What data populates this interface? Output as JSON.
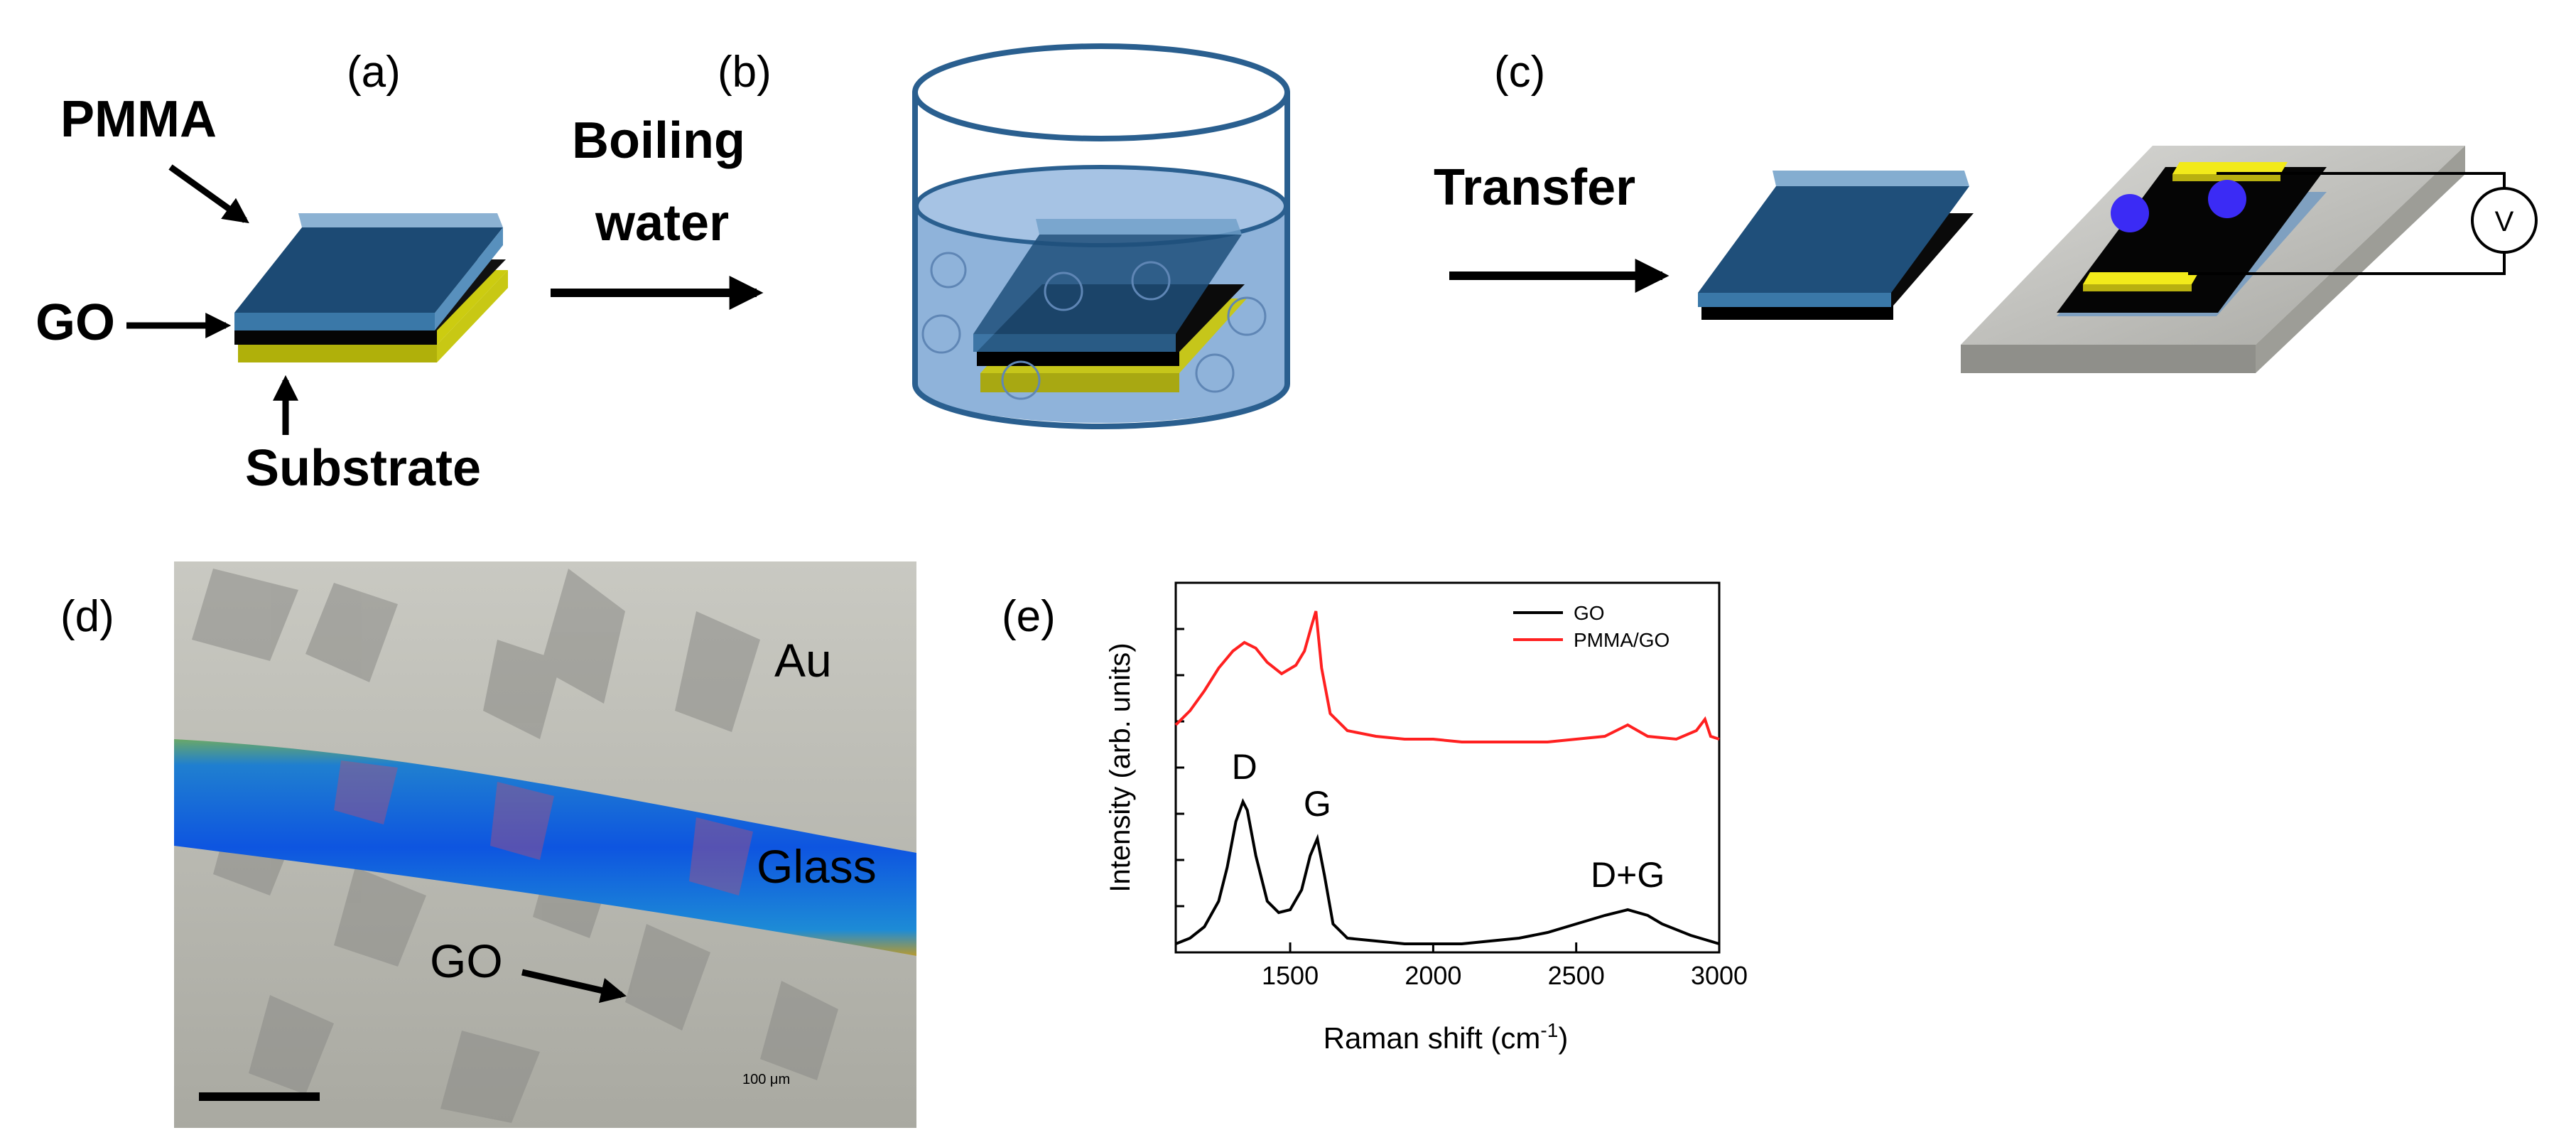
{
  "panels": {
    "a": {
      "label": "(a)",
      "pmma": "PMMA",
      "go": "GO",
      "substrate": "Substrate"
    },
    "b": {
      "label": "(b)",
      "boiling": "Boiling",
      "water": "water"
    },
    "c": {
      "label": "(c)",
      "transfer": "Transfer",
      "voltmeter": "V"
    },
    "d": {
      "label": "(d)",
      "au": "Au",
      "glass": "Glass",
      "go": "GO",
      "scale": "100 μm"
    },
    "e": {
      "label": "(e)"
    }
  },
  "colors": {
    "pmma": "#1f4f7a",
    "substrate": "#d8d81a",
    "water": "#8fb3da",
    "beaker": "#2a5f8f",
    "electrode": "#f2ea1a",
    "dot": "#3b2bf5",
    "glass_band": "#1b7be0",
    "go_line": "#000000",
    "pmma_go_line": "#ff2020"
  },
  "chart_data": {
    "type": "line",
    "xlabel": "Raman shift (cm",
    "xlabel_sup": "-1",
    "xlabel_end": ")",
    "ylabel": "Intensity (arb. units)",
    "xlim": [
      1100,
      3000
    ],
    "ylim": [
      0,
      1.3
    ],
    "x_ticks": [
      1500,
      2000,
      2500,
      3000
    ],
    "legend_position": "top-right",
    "annotations": [
      {
        "text": "D",
        "x": 1340,
        "y": 0.61
      },
      {
        "text": "G",
        "x": 1595,
        "y": 0.48
      },
      {
        "text": "D+G",
        "x": 2680,
        "y": 0.23
      }
    ],
    "series": [
      {
        "name": "GO",
        "color": "#000000",
        "x": [
          1100,
          1150,
          1200,
          1250,
          1280,
          1310,
          1335,
          1350,
          1380,
          1420,
          1460,
          1500,
          1540,
          1570,
          1595,
          1620,
          1650,
          1700,
          1800,
          1900,
          2000,
          2100,
          2200,
          2300,
          2400,
          2500,
          2600,
          2680,
          2750,
          2800,
          2900,
          3000
        ],
        "values": [
          0.03,
          0.05,
          0.09,
          0.18,
          0.3,
          0.46,
          0.53,
          0.5,
          0.34,
          0.18,
          0.14,
          0.15,
          0.22,
          0.34,
          0.4,
          0.27,
          0.1,
          0.05,
          0.04,
          0.03,
          0.03,
          0.03,
          0.04,
          0.05,
          0.07,
          0.1,
          0.13,
          0.15,
          0.13,
          0.1,
          0.06,
          0.03
        ]
      },
      {
        "name": "PMMA/GO",
        "color": "#ff2020",
        "x": [
          1100,
          1150,
          1200,
          1250,
          1300,
          1340,
          1380,
          1420,
          1470,
          1520,
          1550,
          1575,
          1590,
          1610,
          1640,
          1700,
          1800,
          1900,
          2000,
          2100,
          2200,
          2300,
          2400,
          2500,
          2600,
          2680,
          2750,
          2850,
          2920,
          2950,
          2970,
          3000
        ],
        "values": [
          0.8,
          0.85,
          0.92,
          1.0,
          1.06,
          1.09,
          1.07,
          1.02,
          0.98,
          1.01,
          1.06,
          1.15,
          1.2,
          1.0,
          0.84,
          0.78,
          0.76,
          0.75,
          0.75,
          0.74,
          0.74,
          0.74,
          0.74,
          0.75,
          0.76,
          0.8,
          0.76,
          0.75,
          0.78,
          0.82,
          0.76,
          0.75
        ]
      }
    ]
  }
}
